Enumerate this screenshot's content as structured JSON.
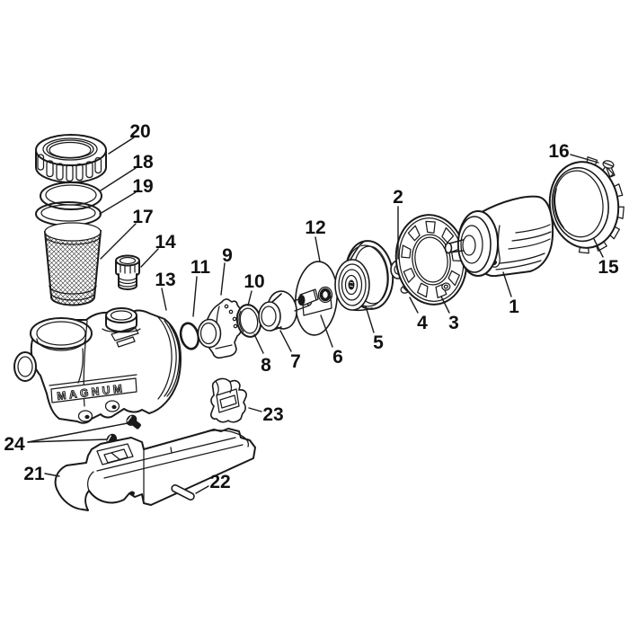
{
  "diagram": {
    "kind": "exploded-parts-line-drawing",
    "background_color": "#ffffff",
    "line_color": "#1a1a1a",
    "brand_label": "MAGNUM",
    "callouts": [
      {
        "number": "1"
      },
      {
        "number": "2"
      },
      {
        "number": "3"
      },
      {
        "number": "4"
      },
      {
        "number": "5"
      },
      {
        "number": "6"
      },
      {
        "number": "7"
      },
      {
        "number": "8"
      },
      {
        "number": "9"
      },
      {
        "number": "10"
      },
      {
        "number": "11"
      },
      {
        "number": "12"
      },
      {
        "number": "13"
      },
      {
        "number": "14"
      },
      {
        "number": "15"
      },
      {
        "number": "16"
      },
      {
        "number": "17"
      },
      {
        "number": "18"
      },
      {
        "number": "19"
      },
      {
        "number": "20"
      },
      {
        "number": "21"
      },
      {
        "number": "22"
      },
      {
        "number": "23"
      },
      {
        "number": "24"
      }
    ]
  }
}
